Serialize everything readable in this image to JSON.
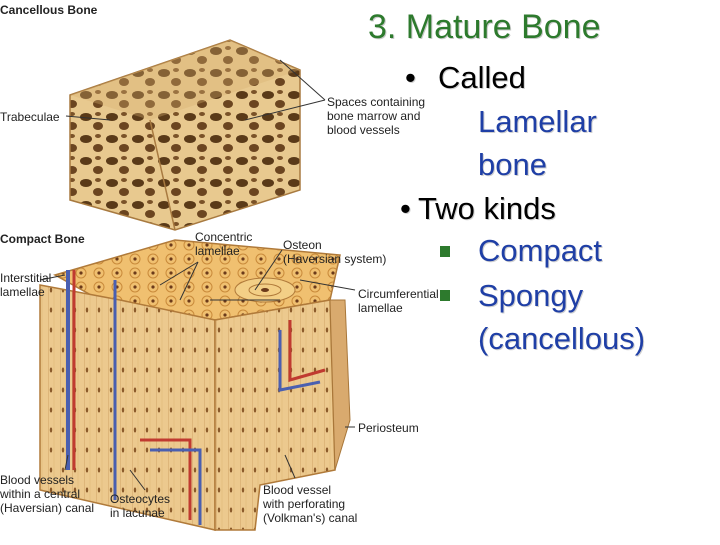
{
  "slide": {
    "title": "3.  Mature Bone",
    "bullets": [
      {
        "marker": "•",
        "lines": [
          "Called",
          "Lamellar",
          "bone"
        ]
      },
      {
        "marker": "•",
        "lines": [
          "Two kinds"
        ],
        "sub": [
          {
            "lines": [
              "Compact"
            ]
          },
          {
            "lines": [
              "Spongy",
              "(cancellous)"
            ]
          }
        ]
      }
    ]
  },
  "figure": {
    "labels": {
      "cancellous": "Cancellous Bone",
      "trabeculae": "Trabeculae",
      "spaces": "Spaces containing\nbone marrow and\nblood vessels",
      "compact": "Compact Bone",
      "concentric": "Concentric\nlamellae",
      "osteon": "Osteon\n(Haversian system)",
      "interstitial": "Interstitial\nlamellae",
      "circumferential": "Circumferential\nlamellae",
      "periosteum": "Periosteum",
      "blood_central": "Blood vessels\nwithin a central\n(Haversian) canal",
      "osteocytes": "Osteocytes\nin lacunae",
      "blood_perforating": "Blood vessel\nwith perforating\n(Volkman's) canal"
    },
    "colors": {
      "bone": "#e7c58c",
      "bone_dark": "#b98a4a",
      "vessel_blue": "#4a5fb0",
      "vessel_red": "#c03a30"
    }
  }
}
